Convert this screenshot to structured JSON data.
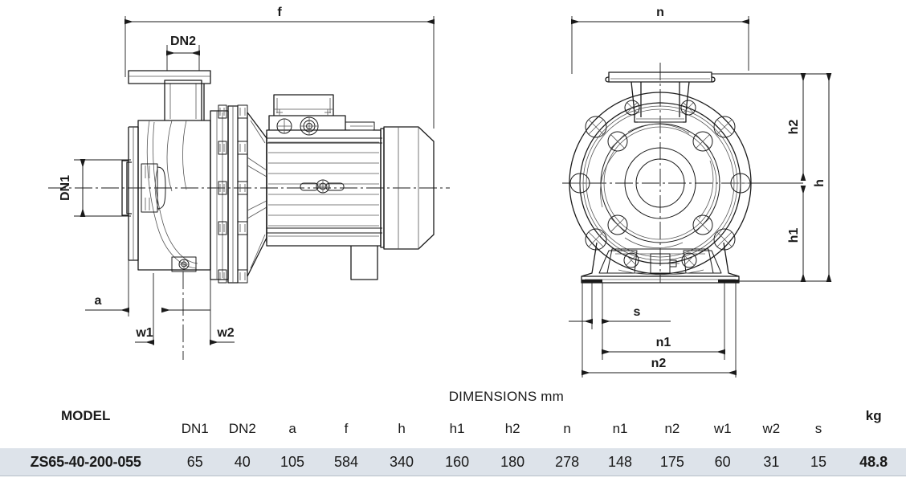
{
  "drawings": {
    "side_view": {
      "name": "pump-side-view",
      "dimension_labels": {
        "f": "f",
        "dn2": "DN2",
        "dn1": "DN1",
        "a": "a",
        "w1": "w1",
        "w2": "w2"
      }
    },
    "front_view": {
      "name": "pump-front-view",
      "dimension_labels": {
        "n": "n",
        "h": "h",
        "h1": "h1",
        "h2": "h2",
        "s": "s",
        "n1": "n1",
        "n2": "n2"
      }
    }
  },
  "table": {
    "model_header": "MODEL",
    "dimensions_header": "DIMENSIONS mm",
    "weight_header": "kg",
    "columns": [
      "DN1",
      "DN2",
      "a",
      "f",
      "h",
      "h1",
      "h2",
      "n",
      "n1",
      "n2",
      "w1",
      "w2",
      "s"
    ],
    "rows": [
      {
        "model": "ZS65-40-200-055",
        "values": [
          "65",
          "40",
          "105",
          "584",
          "340",
          "160",
          "180",
          "278",
          "148",
          "175",
          "60",
          "31",
          "15"
        ],
        "weight": "48.8"
      }
    ]
  },
  "colors": {
    "line": "#1a1a1a",
    "thin_line": "#555555",
    "grid": "#b7bfc7",
    "row_fill": "#dde3ea",
    "background": "#ffffff"
  }
}
